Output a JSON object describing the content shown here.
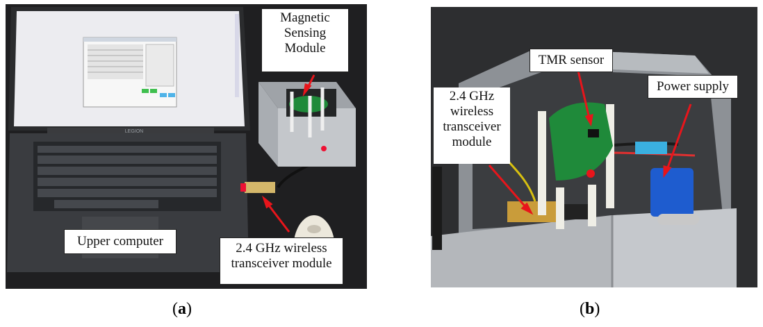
{
  "panel_a": {
    "letter_open": "(",
    "letter": "a",
    "letter_close": ")",
    "labels": {
      "magnetic_line1": "Magnetic",
      "magnetic_line2": "Sensing",
      "magnetic_line3": "Module",
      "upper_computer": "Upper computer",
      "wireless_line1": "2.4 GHz wireless",
      "wireless_line2": "transceiver module"
    },
    "laptop_brand": "LEGION"
  },
  "panel_b": {
    "letter_open": "(",
    "letter": "b",
    "letter_close": ")",
    "labels": {
      "tmr_sensor": "TMR sensor",
      "power_supply": "Power supply",
      "wireless_line1": "2.4 GHz",
      "wireless_line2": "wireless",
      "wireless_line3": "transceiver",
      "wireless_line4": "module"
    }
  },
  "colors": {
    "arrow": "#e8151b",
    "pcb": "#1f8a3a",
    "aluminum": "#b9bcc0",
    "desk": "#1f1f21"
  }
}
